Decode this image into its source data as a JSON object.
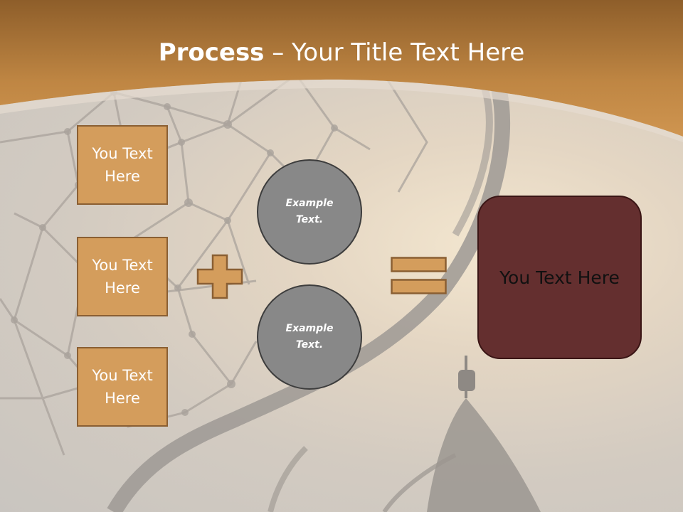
{
  "title": {
    "bold": "Process",
    "rest": " – Your Title Text Here"
  },
  "input_boxes": [
    {
      "line1": "You Text",
      "line2": "Here"
    },
    {
      "line1": "You Text",
      "line2": "Here"
    },
    {
      "line1": "You Text",
      "line2": "Here"
    }
  ],
  "circles": [
    {
      "line1": "Example",
      "line2": "Text."
    },
    {
      "line1": "Example",
      "line2": "Text."
    }
  ],
  "result_box": {
    "label": "You Text Here"
  },
  "colors": {
    "header": "#b07631",
    "box_fill": "#d49d5c",
    "box_border": "#8a5f33",
    "circle_fill": "#888888",
    "result_fill": "#642f2f"
  }
}
